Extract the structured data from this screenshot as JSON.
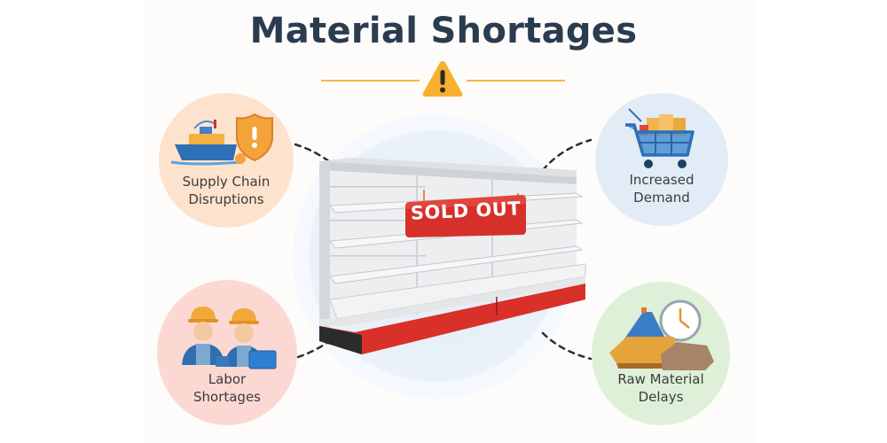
{
  "title": "Material Shortages",
  "colors": {
    "title": "#2a3c4f",
    "accent_rule": "#f4b73f",
    "warning": "#f8b02e",
    "sold_out": "#d6302a",
    "supply_bg": "#fde3cd",
    "demand_bg": "#e2ecf6",
    "labor_bg": "#fbd9d2",
    "raw_bg": "#dff0d8",
    "center_bg": "#e6eff8"
  },
  "header": {
    "icon": "warning-triangle-icon"
  },
  "center": {
    "image": "empty-store-shelf",
    "sign_text": "SOLD OUT"
  },
  "causes": [
    {
      "id": "supply",
      "label": "Supply Chain\nDisruptions",
      "icon": "cargo-ship-shield-icon",
      "position": "top-left"
    },
    {
      "id": "demand",
      "label": "Increased\nDemand",
      "icon": "shopping-cart-icon",
      "position": "top-right"
    },
    {
      "id": "labor",
      "label": "Labor\nShortages",
      "icon": "construction-workers-icon",
      "position": "bottom-left"
    },
    {
      "id": "raw",
      "label": "Raw Material\nDelays",
      "icon": "materials-clock-icon",
      "position": "bottom-right"
    }
  ]
}
